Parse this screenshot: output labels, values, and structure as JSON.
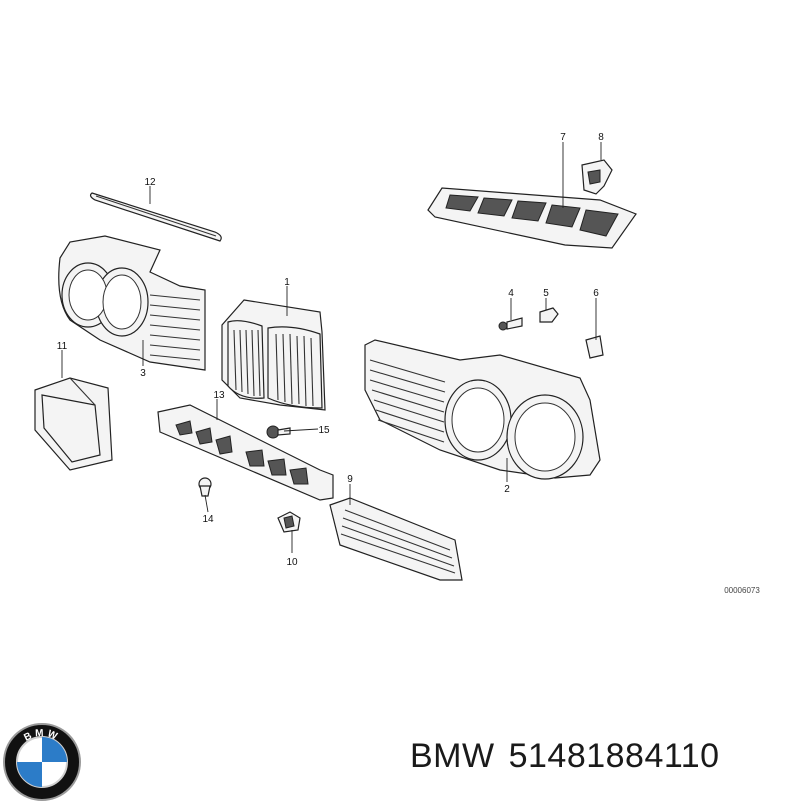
{
  "diagram": {
    "callouts": [
      "1",
      "2",
      "3",
      "4",
      "5",
      "6",
      "7",
      "8",
      "9",
      "10",
      "11",
      "12",
      "13",
      "14",
      "15"
    ],
    "reference_code": "00006073"
  },
  "footer": {
    "brand": "BMW",
    "part_number": "51481884110"
  },
  "logo": {
    "lettering": "BMW",
    "colors": {
      "ring": "#111111",
      "blue": "#2c7cc8",
      "white": "#ffffff",
      "rim": "#9a9a9a"
    }
  }
}
